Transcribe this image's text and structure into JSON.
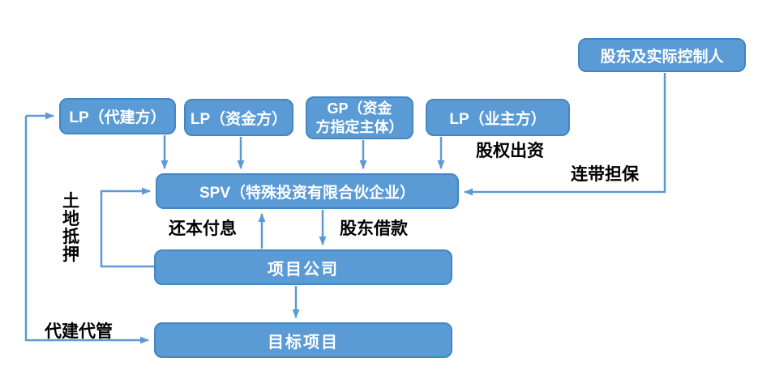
{
  "colors": {
    "box_fill": "#5B9BD5",
    "box_border": "#4485C2",
    "arrow": "#5B9BD5",
    "box_text": "#FFFFFF",
    "label_text": "#000000",
    "background": "#FFFFFF"
  },
  "nodes": {
    "shareholder": {
      "label": "股东及实际控制人"
    },
    "lp_agent": {
      "label": "LP（代建方）"
    },
    "lp_fund": {
      "label": "LP（资金方）"
    },
    "gp": {
      "label_line1": "GP（资金",
      "label_line2": "方指定主体）"
    },
    "lp_owner": {
      "label": "LP（业主方）"
    },
    "spv": {
      "label": "SPV（特殊投资有限合伙企业）"
    },
    "project_company": {
      "label": "项目公司"
    },
    "target_project": {
      "label": "目标项目"
    }
  },
  "edge_labels": {
    "equity_contribution": "股权出资",
    "joint_guarantee": "连带担保",
    "land_mortgage": "土地抵押",
    "repay_principal_interest": "还本付息",
    "shareholder_loan": "股东借款",
    "agency_construction": "代建代管"
  }
}
